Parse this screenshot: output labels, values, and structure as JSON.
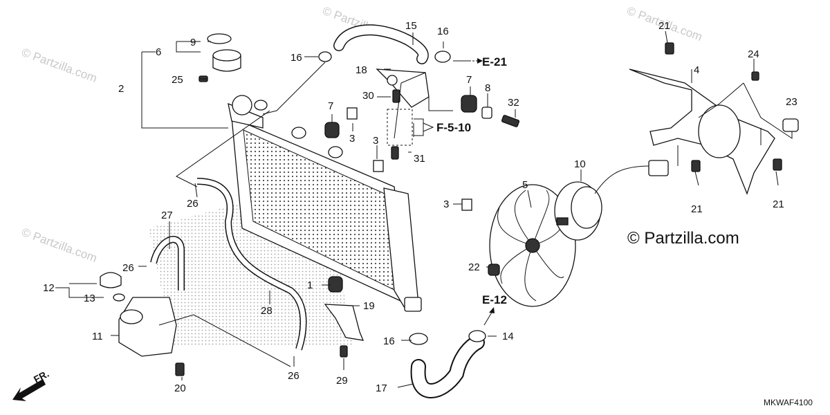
{
  "diagram": {
    "callouts": [
      {
        "id": "c1",
        "text": "1"
      },
      {
        "id": "c2",
        "text": "2"
      },
      {
        "id": "c3a",
        "text": "3"
      },
      {
        "id": "c3b",
        "text": "3"
      },
      {
        "id": "c3c",
        "text": "3"
      },
      {
        "id": "c4",
        "text": "4"
      },
      {
        "id": "c5",
        "text": "5"
      },
      {
        "id": "c6",
        "text": "6"
      },
      {
        "id": "c7a",
        "text": "7"
      },
      {
        "id": "c7b",
        "text": "7"
      },
      {
        "id": "c8",
        "text": "8"
      },
      {
        "id": "c9",
        "text": "9"
      },
      {
        "id": "c10",
        "text": "10"
      },
      {
        "id": "c11",
        "text": "11"
      },
      {
        "id": "c12",
        "text": "12"
      },
      {
        "id": "c13",
        "text": "13"
      },
      {
        "id": "c14",
        "text": "14"
      },
      {
        "id": "c15",
        "text": "15"
      },
      {
        "id": "c16a",
        "text": "16"
      },
      {
        "id": "c16b",
        "text": "16"
      },
      {
        "id": "c16c",
        "text": "16"
      },
      {
        "id": "c17",
        "text": "17"
      },
      {
        "id": "c18",
        "text": "18"
      },
      {
        "id": "c19",
        "text": "19"
      },
      {
        "id": "c20",
        "text": "20"
      },
      {
        "id": "c21a",
        "text": "21"
      },
      {
        "id": "c21b",
        "text": "21"
      },
      {
        "id": "c21c",
        "text": "21"
      },
      {
        "id": "c22",
        "text": "22"
      },
      {
        "id": "c23",
        "text": "23"
      },
      {
        "id": "c24",
        "text": "24"
      },
      {
        "id": "c25",
        "text": "25"
      },
      {
        "id": "c26a",
        "text": "26"
      },
      {
        "id": "c26b",
        "text": "26"
      },
      {
        "id": "c26c",
        "text": "26"
      },
      {
        "id": "c27",
        "text": "27"
      },
      {
        "id": "c28",
        "text": "28"
      },
      {
        "id": "c29",
        "text": "29"
      },
      {
        "id": "c30",
        "text": "30"
      },
      {
        "id": "c31",
        "text": "31"
      },
      {
        "id": "c32",
        "text": "32"
      }
    ],
    "references": {
      "e21": "E-21",
      "f510": "F-5-10",
      "e12": "E-12"
    },
    "watermark": "© Partzilla.com",
    "brand": "© Partzilla.com",
    "diagram_code": "MKWAF4100",
    "direction": "FR."
  }
}
